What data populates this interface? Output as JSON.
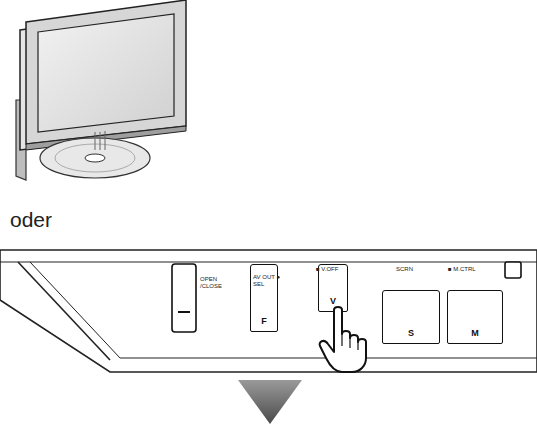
{
  "diagram": {
    "nodes": [
      {
        "text": [
          "F"
        ]
      },
      {
        "text": [
          "V"
        ]
      },
      {
        "text": [
          "S"
        ]
      },
      {
        "text": [
          "M"
        ]
      }
    ],
    "labels": [
      "oder",
      "OPEN /CLOSE",
      "AV OUT ● SEL",
      "■ V.OFF",
      "SCRN",
      "■ M.CTRL"
    ]
  }
}
